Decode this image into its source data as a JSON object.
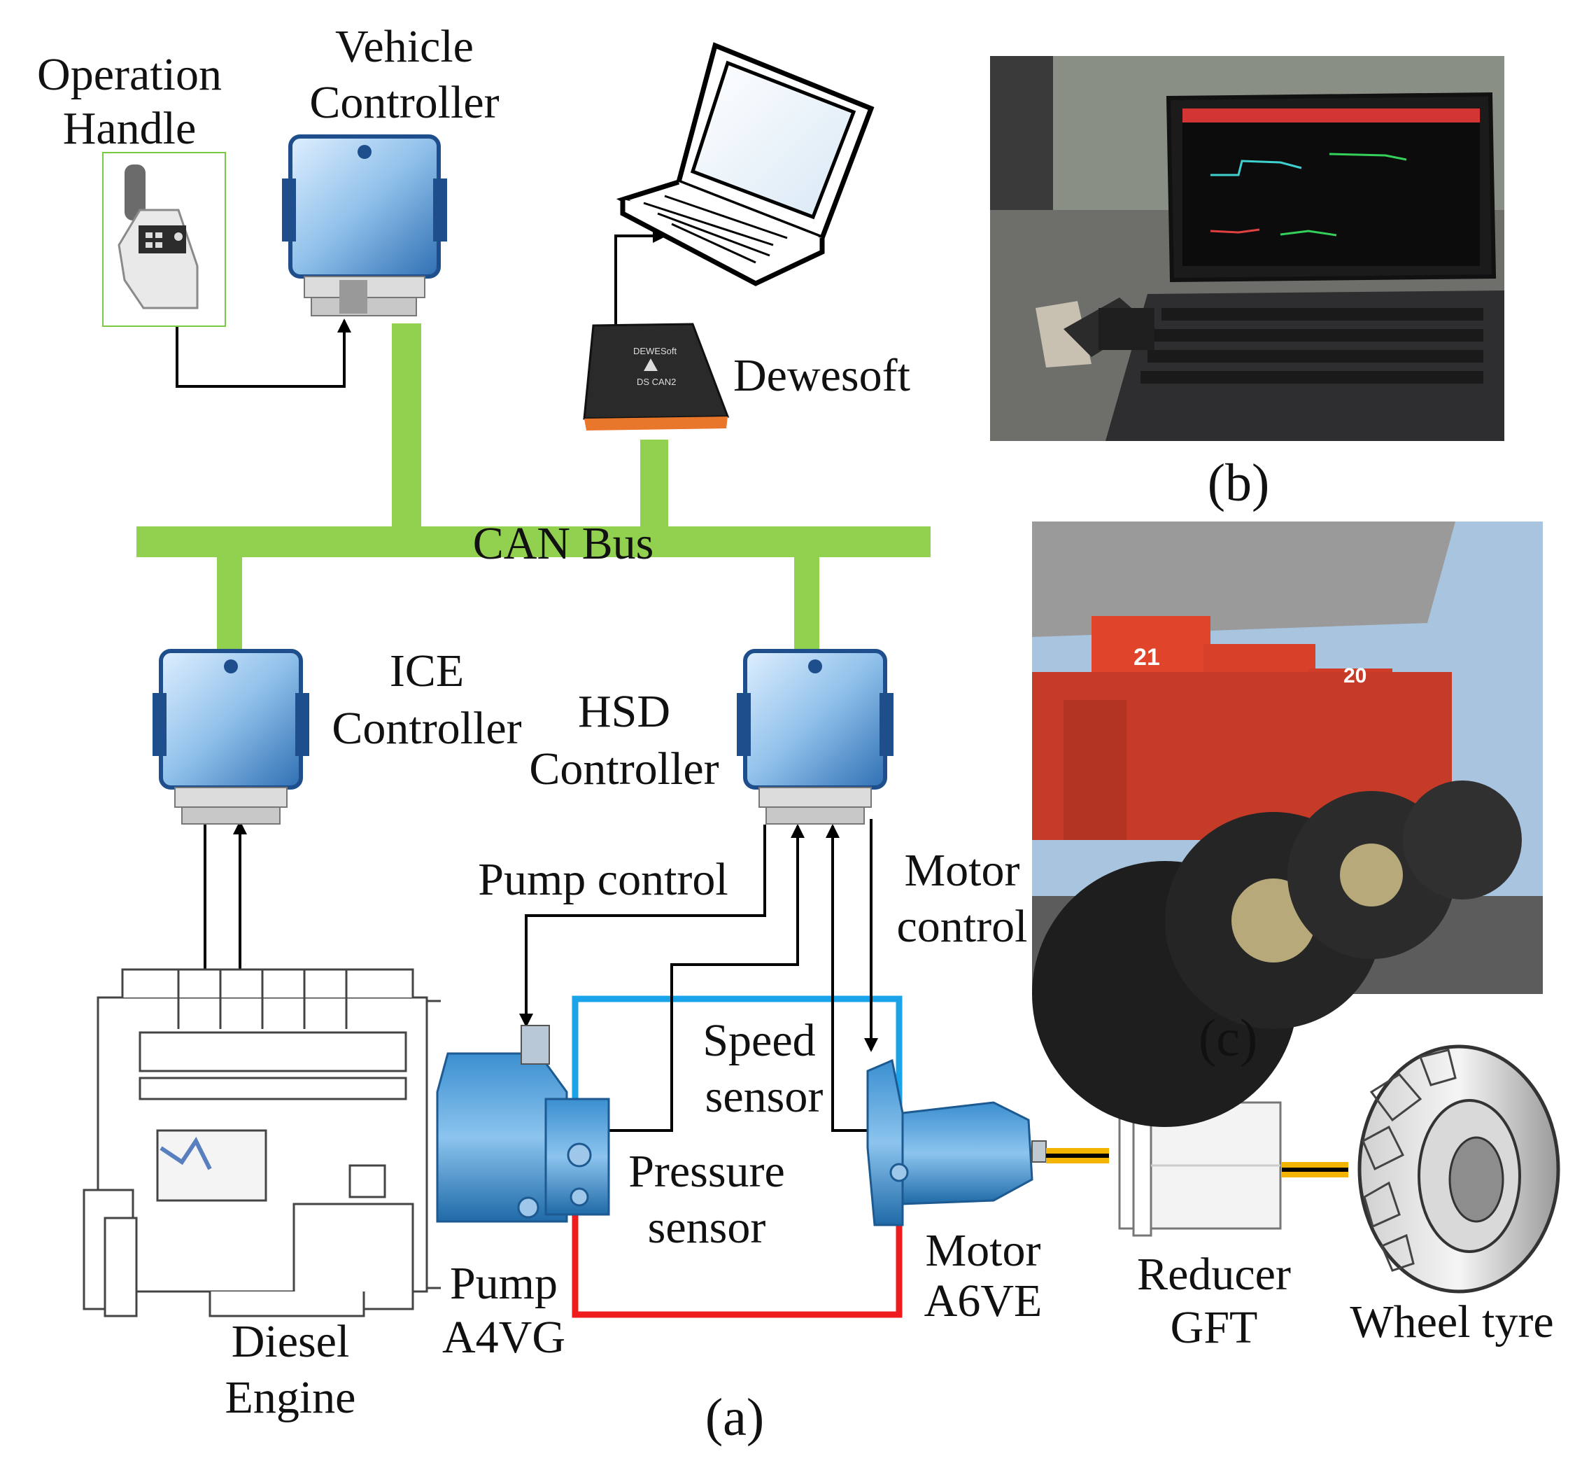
{
  "labels": {
    "operation_handle": [
      "Operation",
      "Handle"
    ],
    "vehicle_controller": [
      "Vehicle",
      "Controller"
    ],
    "dewesoft": "Dewesoft",
    "can_bus": "CAN Bus",
    "ice_controller": [
      "ICE",
      "Controller"
    ],
    "hsd_controller": [
      "HSD",
      "Controller"
    ],
    "pump_control": "Pump control",
    "motor_control": [
      "Motor",
      "control"
    ],
    "speed_sensor": [
      "Speed",
      "sensor"
    ],
    "pressure_sensor": [
      "Pressure",
      "sensor"
    ],
    "pump": [
      "Pump",
      "A4VG"
    ],
    "motor": [
      "Motor",
      "A6VE"
    ],
    "reducer": [
      "Reducer",
      "GFT"
    ],
    "wheel_tyre": "Wheel tyre",
    "diesel_engine": [
      "Diesel",
      "Engine"
    ]
  },
  "device_text": {
    "dewesoft_brand": "DEWESoft",
    "dewesoft_model": "DS CAN2"
  },
  "captions": {
    "a": "(a)",
    "b": "(b)",
    "c": "(c)"
  },
  "photo_c_numbers": [
    "21",
    "20"
  ],
  "colors": {
    "can_bus": "#92d050",
    "high_pressure_line": "#ee1c1c",
    "low_pressure_line": "#1aa3e8",
    "signal_line": "#000000",
    "controller_body": "#6aa6d6",
    "controller_frame": "#1f4e8c",
    "shaft": "#f2b400",
    "handle_frame": "#7ac943"
  }
}
